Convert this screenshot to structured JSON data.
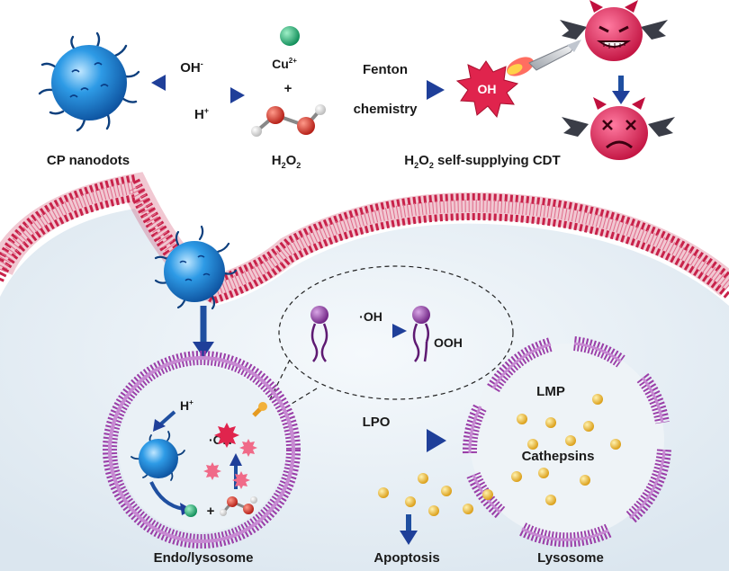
{
  "top": {
    "cp_label": "CP nanodots",
    "oh_minus_base": "OH",
    "oh_minus_sup": "-",
    "h_plus_base": "H",
    "h_plus_sup": "+",
    "cu_base": "Cu",
    "cu_sup": "2+",
    "plus": "+",
    "h2o2_h": "H",
    "h2o2_sub1": "2",
    "h2o2_o": "O",
    "h2o2_sub2": "2",
    "fenton_line1": "Fenton",
    "fenton_line2": "chemistry",
    "oh_radical": "OH",
    "cdt_h": "H",
    "cdt_sub1": "2",
    "cdt_o": "O",
    "cdt_sub2": "2",
    "cdt_rest": " self-supplying CDT"
  },
  "cell": {
    "inset_oh": "·OH",
    "inset_ooh": "OOH",
    "endo_h_base": "H",
    "endo_h_sup": "+",
    "endo_oh": "·OH",
    "endo_plus": "+",
    "lpo": "LPO",
    "lmp": "LMP",
    "cathepsins": "Cathepsins",
    "endo_label": "Endo/lysosome",
    "apoptosis": "Apoptosis",
    "lysosome": "Lysosome"
  },
  "colors": {
    "membrane": "#c8224a",
    "nanodot": "#1e88d6",
    "arrow": "#1f4fa0",
    "vesicle": "#9a3ea8",
    "cathepsin": "#e8b62a",
    "copper": "#1ca872",
    "oxygen": "#d9342b",
    "devil": "#e2245a"
  }
}
